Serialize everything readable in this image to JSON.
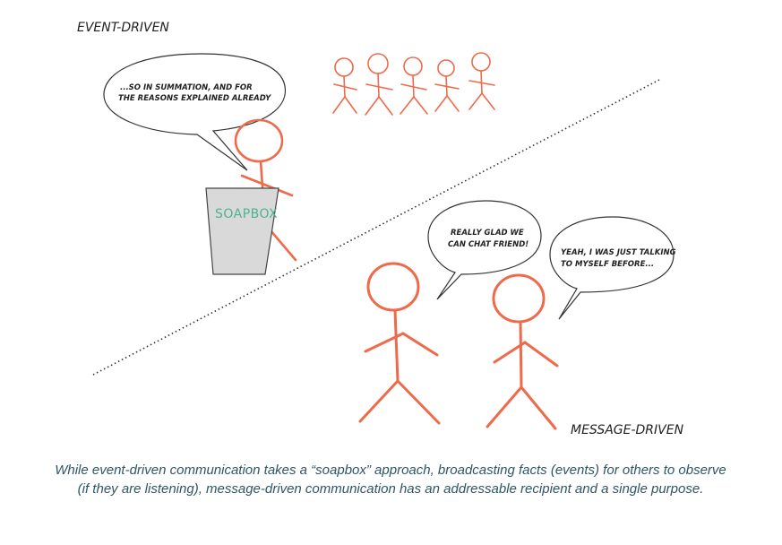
{
  "labels": {
    "event_driven": "EVENT-DRIVEN",
    "message_driven": "MESSAGE-DRIVEN",
    "soapbox": "SOAPBOX"
  },
  "bubbles": {
    "speaker_line1": "...SO IN SUMMATION, AND FOR",
    "speaker_line2": "THE REASONS EXPLAINED ALREADY",
    "left_line1": "REALLY GLAD WE",
    "left_line2": "CAN CHAT FRIEND!",
    "right_line1": "YEAH, I WAS JUST TALKING",
    "right_line2": "TO MYSELF BEFORE..."
  },
  "caption": "While event-driven communication takes a “soapbox” approach, broadcasting facts (events) for others to observe (if they are listening), message-driven communication has an addressable recipient and a single purpose.",
  "colors": {
    "figure": "#ee6a4a",
    "soapbox_fill": "#d9d9d9",
    "soapbox_text": "#4cb38f",
    "caption": "#2e5566"
  }
}
